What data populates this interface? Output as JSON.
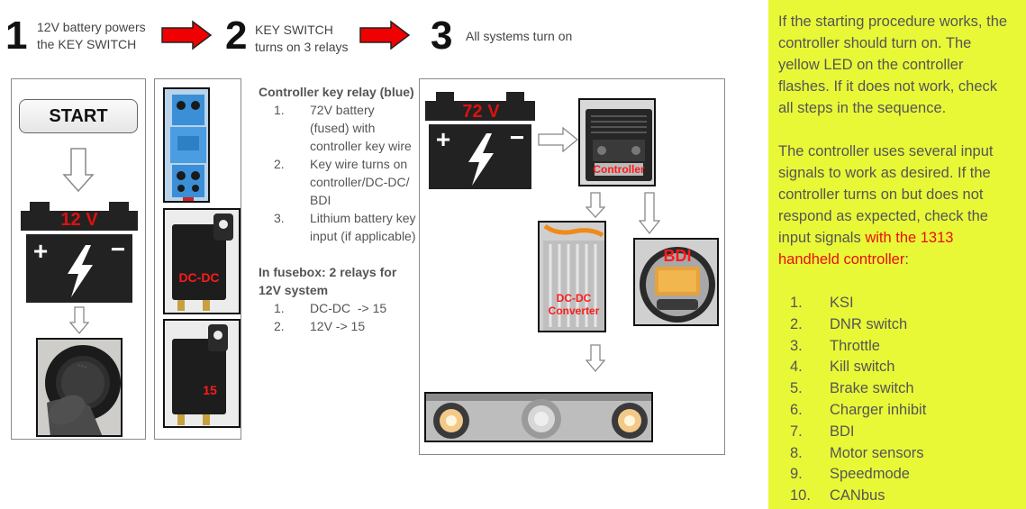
{
  "steps": [
    {
      "num": "1",
      "line1": "12V battery powers",
      "line2": "the KEY SWITCH"
    },
    {
      "num": "2",
      "line1": "KEY SWITCH",
      "line2": "turns on 3 relays"
    },
    {
      "num": "3",
      "line1": "All systems turn on",
      "line2": ""
    }
  ],
  "left_box": {
    "start_label": "START",
    "battery_label": "12 V",
    "battery_plus": "+",
    "battery_minus": "−"
  },
  "relay_box": {
    "relay2_label": "DC-DC",
    "relay3_label": "15"
  },
  "middle": {
    "heading1": "Controller key relay (blue)",
    "list1": [
      {
        "n": "1.",
        "t": "72V battery (fused) with controller key wire"
      },
      {
        "n": "2.",
        "t": "Key wire turns on controller/DC-DC/ BDI"
      },
      {
        "n": "3.",
        "t": "Lithium battery key input (if applicable)"
      }
    ],
    "heading2": "In fusebox: 2 relays for 12V system",
    "list2": [
      {
        "n": "1.",
        "t": "DC-DC  -> 15"
      },
      {
        "n": "2.",
        "t": "12V -> 15"
      }
    ]
  },
  "systems_box": {
    "battery_label": "72 V",
    "battery_plus": "+",
    "battery_minus": "−",
    "controller_label": "Controller",
    "dcdc_label_line1": "DC-DC",
    "dcdc_label_line2": "Converter",
    "bdi_label": "BDI"
  },
  "right_panel": {
    "para1": "If the starting procedure works, the controller should turn on. The yellow LED on the controller flashes. If it does not work, check all steps in the sequence.",
    "para2_start": "The controller uses several input signals to work as desired. If the controller turns on but does not respond as expected, check the input signals ",
    "para2_red": "with the 1313 handheld controller",
    "para2_end": ":",
    "signals": [
      {
        "n": "1.",
        "t": "KSI"
      },
      {
        "n": "2.",
        "t": "DNR switch"
      },
      {
        "n": "3.",
        "t": "Throttle"
      },
      {
        "n": "4.",
        "t": "Kill switch"
      },
      {
        "n": "5.",
        "t": "Brake switch"
      },
      {
        "n": "6.",
        "t": "Charger inhibit"
      },
      {
        "n": "7.",
        "t": "BDI"
      },
      {
        "n": "8.",
        "t": "Motor sensors"
      },
      {
        "n": "9.",
        "t": "Speedmode"
      },
      {
        "n": "10.",
        "t": "CANbus"
      }
    ]
  },
  "colors": {
    "accent_red": "#e81010",
    "panel_yellow": "#e8f837"
  }
}
